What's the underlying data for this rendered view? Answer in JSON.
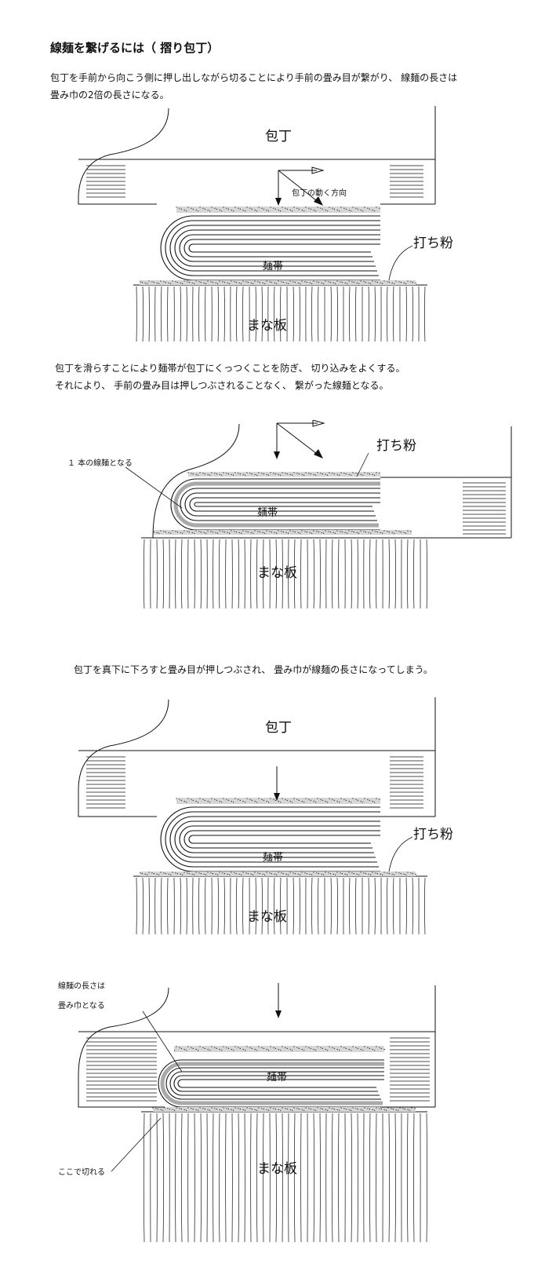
{
  "title": "線麺を繋げるには（ 摺り包丁）",
  "intro": {
    "line1": "包丁を手前から向こう側に押し出しながら切ることにより手前の畳み目が繋がり、 線麺の長さは",
    "line2": "畳み巾の2倍の長さになる。"
  },
  "para2": {
    "line1": "包丁を滑らすことにより麺帯が包丁にくっつくことを防ぎ、 切り込みをよくする。",
    "line2": "それにより、 手前の畳み目は押しつぶされることなく、 繋がった線麺となる。"
  },
  "para3": {
    "line1": "包丁を真下に下ろすと畳み目が押しつぶされ、 畳み巾が線麺の長さになってしまう。"
  },
  "labels": {
    "knife": "包丁",
    "direction": "包丁の動く方向",
    "flour": "打ち粉",
    "dough": "麺帯",
    "board": "まな板",
    "one_noodle": "１ 本の線麺となる",
    "len_line1": "線麺の長さは",
    "len_line2": "畳み巾となる",
    "cut_here": "ここで切れる"
  },
  "colors": {
    "ink": "#111111",
    "highlight": "#a9a9a9"
  }
}
